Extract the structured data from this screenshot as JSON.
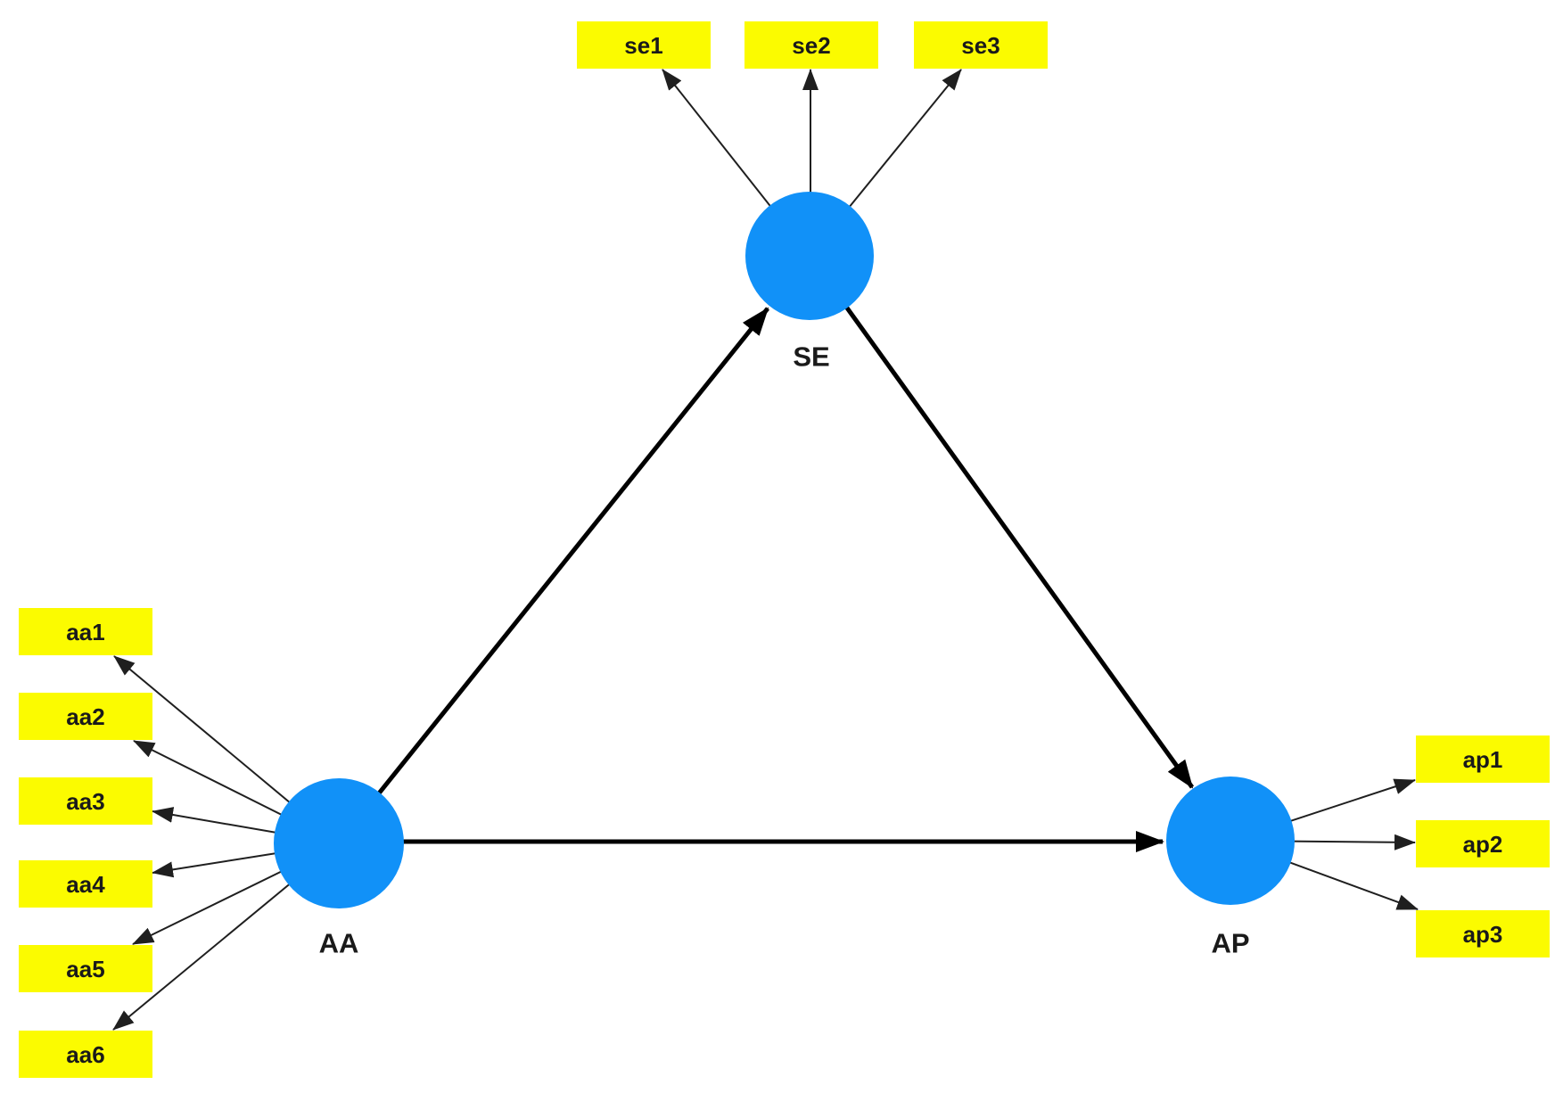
{
  "page": {
    "background": "#FFFFFF"
  },
  "diagram": {
    "colors": {
      "construct_fill": "#1191F8",
      "indicator_fill": "#FBFB00",
      "arrow_color": "#000000",
      "thin_arrow_color": "#1f1f1f",
      "label_color": "#1A1A1A"
    },
    "constructs": [
      {
        "label": "SE",
        "shape": "circle",
        "indicators": [
          "se1",
          "se2",
          "se3"
        ]
      },
      {
        "label": "AA",
        "shape": "circle",
        "indicators": [
          "aa1",
          "aa2",
          "aa3",
          "aa4",
          "aa5",
          "aa6"
        ]
      },
      {
        "label": "AP",
        "shape": "circle",
        "indicators": [
          "ap1",
          "ap2",
          "ap3"
        ]
      }
    ],
    "paths": [
      {
        "from": "AA",
        "to": "SE"
      },
      {
        "from": "AA",
        "to": "AP"
      },
      {
        "from": "SE",
        "to": "AP"
      }
    ]
  }
}
